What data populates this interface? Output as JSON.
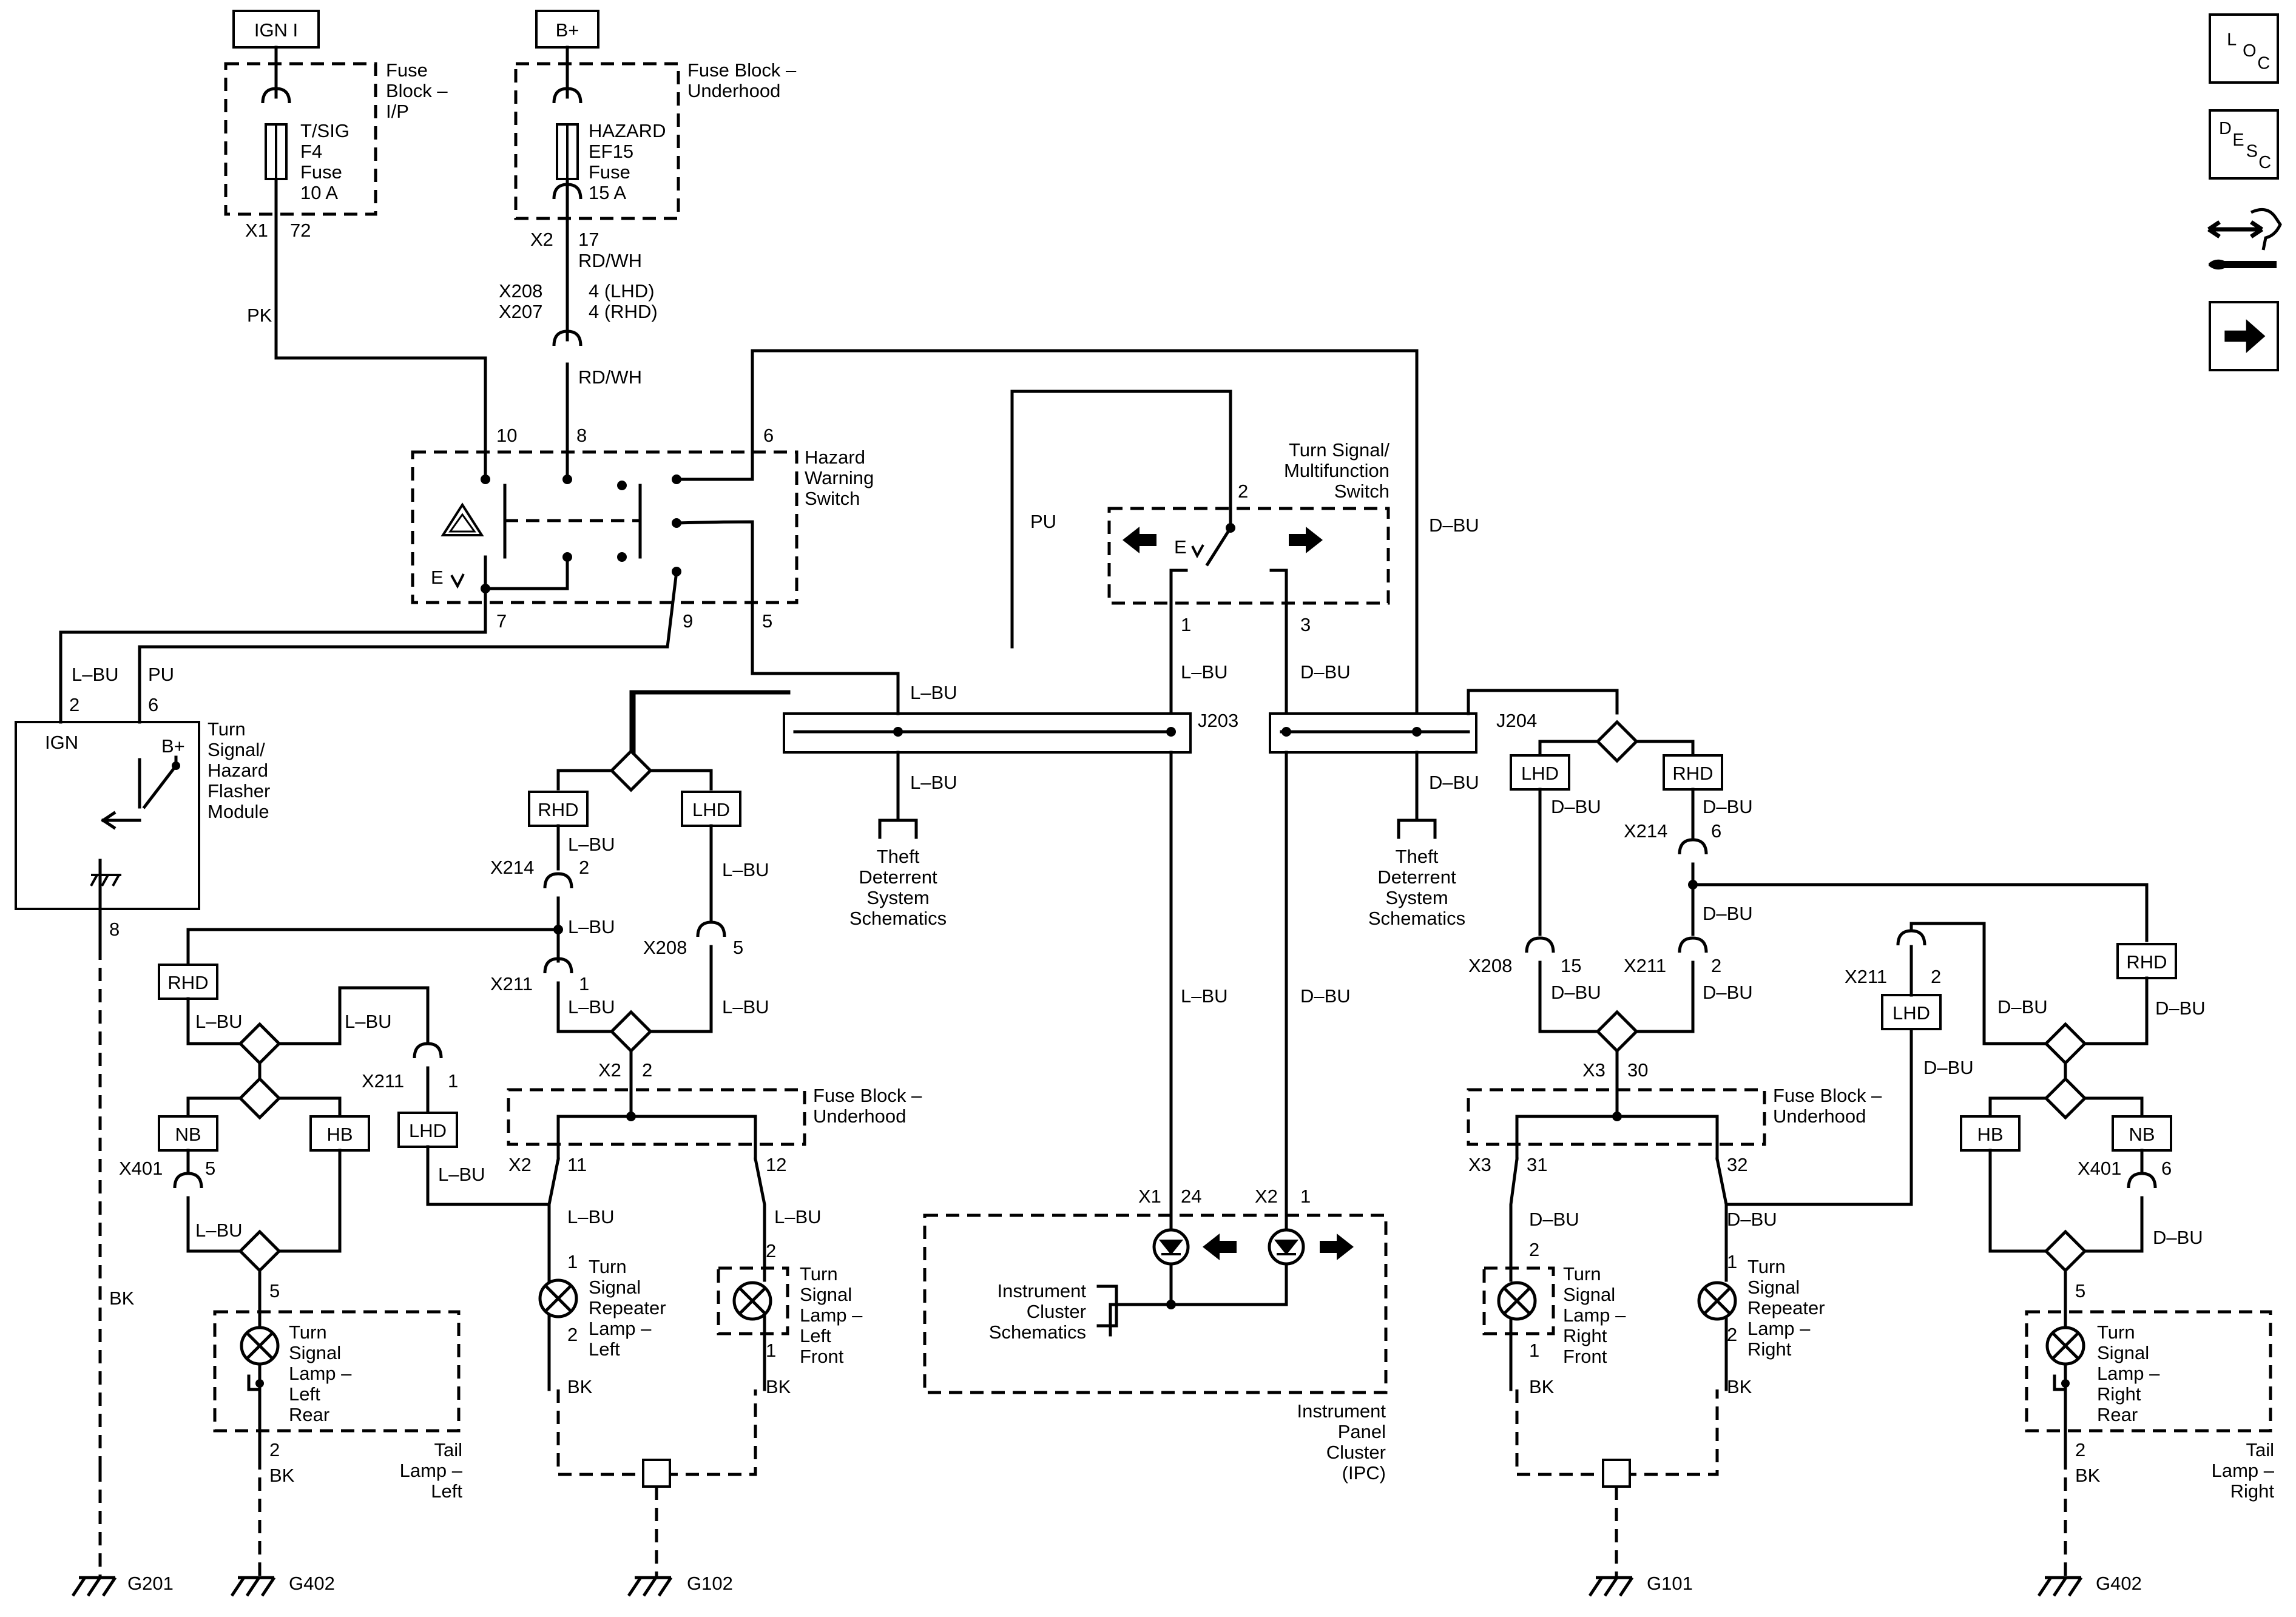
{
  "nav": {
    "loc": [
      "L",
      "O",
      "C"
    ],
    "desc": [
      "D",
      "E",
      "S",
      "C"
    ]
  },
  "power": {
    "ign": "IGN I",
    "bplus": "B+"
  },
  "fuse_ip": {
    "name": [
      "Fuse",
      "Block –",
      "I/P"
    ],
    "fuse": [
      "T/SIG",
      "F4",
      "Fuse",
      "10 A"
    ],
    "conn": "X1",
    "pin": "72",
    "wire": "PK"
  },
  "fuse_uh": {
    "name": [
      "Fuse Block –",
      "Underhood"
    ],
    "fuse": [
      "HAZARD",
      "EF15",
      "Fuse",
      "15 A"
    ],
    "conn": "X2",
    "pin": "17",
    "wire": "RD/WH",
    "x208": "X208",
    "x207": "X207",
    "pin_lhd": "4 (LHD)",
    "pin_rhd": "4 (RHD)",
    "wire2": "RD/WH"
  },
  "hazard": {
    "name": [
      "Hazard",
      "Warning",
      "Switch"
    ],
    "pins": [
      "10",
      "8",
      "6",
      "7",
      "9",
      "5"
    ],
    "ev": "E"
  },
  "flasher": {
    "name": [
      "Turn",
      "Signal/",
      "Hazard",
      "Flasher",
      "Module"
    ],
    "ign": "IGN",
    "bplus": "B+",
    "pin_ign": "2",
    "pin_pu": "6",
    "wire_lbu": "L–BU",
    "wire_pu": "PU",
    "pin_gnd": "8",
    "wire_bk": "BK",
    "ground": "G201"
  },
  "tss": {
    "name": [
      "Turn Signal/",
      "Multifunction",
      "Switch"
    ],
    "pin2": "2",
    "pin1": "1",
    "pin3": "3",
    "wire_pu": "PU",
    "wire_dbu": "D–BU",
    "ev": "E"
  },
  "wires": {
    "lbu": "L–BU",
    "dbu": "D–BU",
    "bk": "BK"
  },
  "splices": {
    "j203": "J203",
    "j204": "J204"
  },
  "theft": [
    "Theft",
    "Deterrent",
    "System",
    "Schematics"
  ],
  "left": {
    "rhd": "RHD",
    "lhd": "LHD",
    "x214": "X214",
    "x214pin": "2",
    "x211": "X211",
    "x211pin": "1",
    "x208": "X208",
    "x208pin": "5",
    "x2": "X2",
    "x2pin": "2",
    "fb": [
      "Fuse Block –",
      "Underhood"
    ],
    "x2b": "X2",
    "pin11": "11",
    "pin12": "12",
    "rhd2": "RHD",
    "nb": "NB",
    "hb": "HB",
    "lhd2": "LHD",
    "x211b": "X211",
    "x211bpin": "1",
    "x401": "X401",
    "x401pin": "5",
    "rear_pin5": "5",
    "rear": [
      "Turn",
      "Signal",
      "Lamp –",
      "Left",
      "Rear"
    ],
    "tail": [
      "Tail",
      "Lamp –",
      "Left"
    ],
    "rear_pin2": "2",
    "ground_rear": "G402",
    "rep_pin1": "1",
    "rep_pin2": "2",
    "repeater": [
      "Turn",
      "Signal",
      "Repeater",
      "Lamp –",
      "Left"
    ],
    "front_pin2": "2",
    "front_pin1": "1",
    "front": [
      "Turn",
      "Signal",
      "Lamp –",
      "Left",
      "Front"
    ],
    "ground_mid": "G102"
  },
  "right": {
    "lhd": "LHD",
    "rhd": "RHD",
    "x214": "X214",
    "x214pin": "6",
    "x208": "X208",
    "x208pin": "15",
    "x211": "X211",
    "x211pin": "2",
    "x3": "X3",
    "x3pin": "30",
    "fb": [
      "Fuse Block –",
      "Underhood"
    ],
    "x3b": "X3",
    "pin31": "31",
    "pin32": "32",
    "x211b": "X211",
    "x211bpin": "2",
    "lhd2": "LHD",
    "rhd2": "RHD",
    "hb": "HB",
    "nb": "NB",
    "x401": "X401",
    "x401pin": "6",
    "front_pin2": "2",
    "front_pin1": "1",
    "front": [
      "Turn",
      "Signal",
      "Lamp –",
      "Right",
      "Front"
    ],
    "rep_pin1": "1",
    "rep_pin2": "2",
    "repeater": [
      "Turn",
      "Signal",
      "Repeater",
      "Lamp –",
      "Right"
    ],
    "rear_pin5": "5",
    "rear": [
      "Turn",
      "Signal",
      "Lamp –",
      "Right",
      "Rear"
    ],
    "tail": [
      "Tail",
      "Lamp –",
      "Right"
    ],
    "rear_pin2": "2",
    "ground_mid": "G101",
    "ground_rear": "G402"
  },
  "ipc": {
    "x1": "X1",
    "x1pin": "24",
    "x2": "X2",
    "x2pin": "1",
    "cluster": [
      "Instrument",
      "Cluster",
      "Schematics"
    ],
    "name": [
      "Instrument",
      "Panel",
      "Cluster",
      "(IPC)"
    ]
  }
}
